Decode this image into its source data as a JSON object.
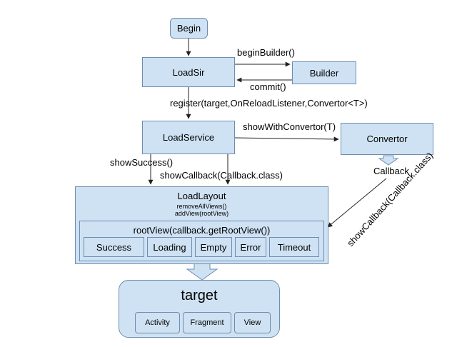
{
  "nodes": {
    "begin": "Begin",
    "loadsir": "LoadSir",
    "builder": "Builder",
    "loadservice": "LoadService",
    "convertor": "Convertor",
    "callback": "Callback",
    "loadlayout": {
      "title": "LoadLayout",
      "line1": "removeAllViews()",
      "line2": "addView(rootView)"
    },
    "rootview": "rootView(callback.getRootView())",
    "states": [
      "Success",
      "Loading",
      "Empty",
      "Error",
      "Timeout"
    ],
    "target": {
      "title": "target",
      "items": [
        "Activity",
        "Fragment",
        "View"
      ]
    }
  },
  "edges": {
    "begin_builder": "beginBuilder()",
    "commit": "commit()",
    "register": "register(target,OnReloadListener,Convertor<T>)",
    "show_with_convertor": "showWithConvertor(T)",
    "show_success": "showSuccess()",
    "show_callback": "showCallback(Callback.class)",
    "show_callback_diag": "showCallback(Callback.class)"
  }
}
